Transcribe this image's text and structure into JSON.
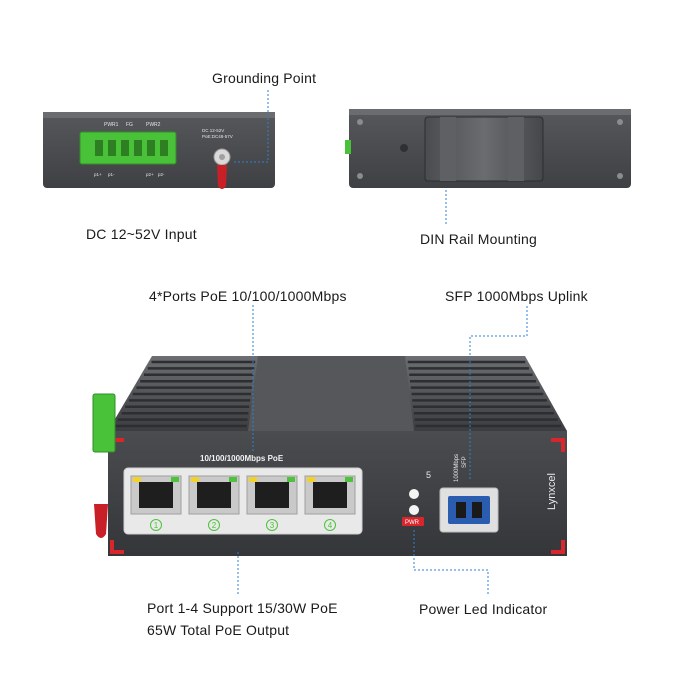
{
  "callouts": {
    "grounding_point": "Grounding Point",
    "dc_input": "DC 12~52V Input",
    "din_rail": "DIN Rail Mounting",
    "poe_ports": "4*Ports PoE 10/100/1000Mbps",
    "sfp_uplink": "SFP 1000Mbps Uplink",
    "port_support_line1": "Port 1-4 Support 15/30W PoE",
    "port_support_line2": "65W Total PoE Output",
    "power_led": "Power Led Indicator"
  },
  "terminal_labels": {
    "pwr1": "PWR1",
    "fg": "FG",
    "pwr2": "PWR2",
    "spec_line1": "DC 12-52V",
    "spec_line2": "PoE:DC48-57V",
    "pins": [
      "p1+",
      "p1-",
      "",
      "p2+",
      "p2-"
    ]
  },
  "device": {
    "port_speed_label": "10/100/1000Mbps PoE",
    "port_numbers": [
      "1",
      "2",
      "3",
      "4"
    ],
    "led_number": "5",
    "pwr_label": "PWR",
    "sfp_label_line1": "1000Mbps",
    "sfp_label_line2": "SFP",
    "brand": "Lynxcel"
  },
  "colors": {
    "leader_line": "#2f7fd0",
    "terminal_green": "#4cc33a",
    "accent_red": "#d8262c",
    "chassis_dark": "#3d3f43",
    "chassis_mid": "#5a5c60"
  }
}
